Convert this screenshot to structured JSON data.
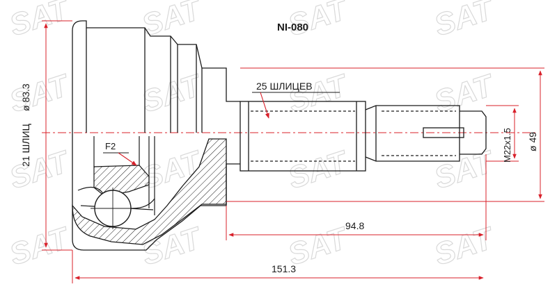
{
  "part_number": "NI-080",
  "watermark_text": "SAT",
  "labels": {
    "outer_splines": "25 ШЛИЦЕВ",
    "inner_splines": "21 ШЛИЦ",
    "outer_diameter": "ø 83.3",
    "shaft_diameter": "ø 49",
    "thread": "M22x1.5",
    "length_shaft": "94.8",
    "length_total": "151.3",
    "section_mark": "F2"
  },
  "colors": {
    "line": "#1a1a1a",
    "dimension": "#d8202a",
    "watermark": "#d9d9d9"
  }
}
